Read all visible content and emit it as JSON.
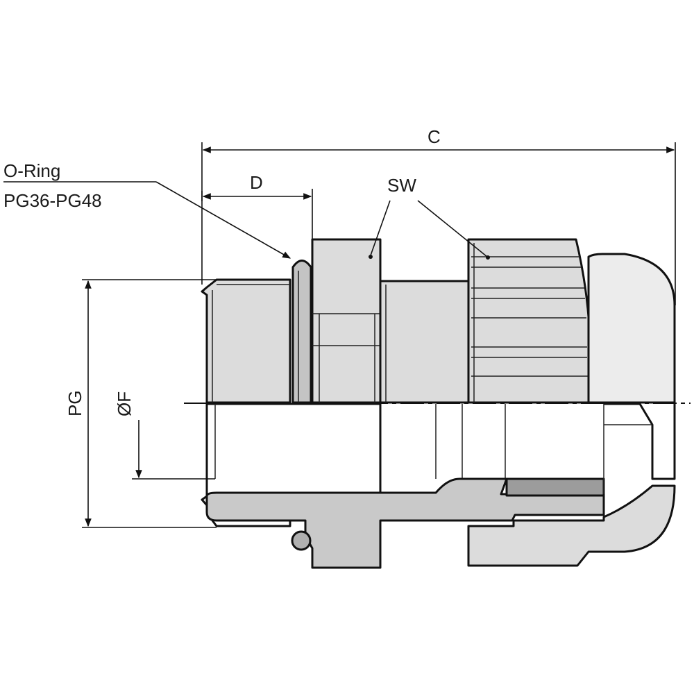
{
  "labels": {
    "o_ring": "O-Ring",
    "o_ring_range": "PG36-PG48",
    "dim_c": "C",
    "dim_d": "D",
    "dim_sw": "SW",
    "dim_pg": "PG",
    "dim_f": "ØF"
  },
  "colors": {
    "line": "#111111",
    "part_fill": "#dcdcdc",
    "part_fill_light": "#e9e9e9",
    "section_fill": "#c9c9c9",
    "oring_fill": "#bdbdbd",
    "background": "#ffffff"
  }
}
